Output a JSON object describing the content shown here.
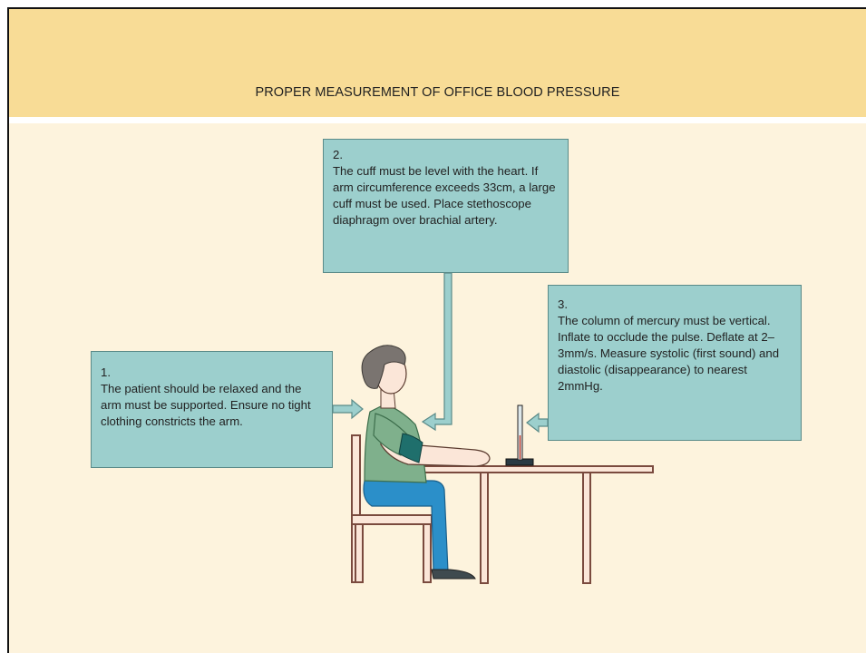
{
  "header": {
    "title": "PROPER MEASUREMENT OF OFFICE BLOOD PRESSURE"
  },
  "steps": [
    {
      "number": "1.",
      "text": "The patient should be relaxed and the arm must be supported. Ensure no tight clothing constricts the arm."
    },
    {
      "number": "2.",
      "text": "The cuff must be level with the heart. If arm circumference exceeds 33cm, a large cuff must be used. Place stethoscope diaphragm over brachial artery."
    },
    {
      "number": "3.",
      "text": "The column of mercury must be vertical. Inflate to occlude the pulse. Deflate at 2–3mm/s. Measure systolic (first sound) and diastolic (disappearance) to nearest 2mmHg."
    }
  ],
  "colors": {
    "header_band": "#f8dc96",
    "background": "#fdf3dd",
    "callout_box": "#9ccfcd",
    "shirt": "#7fb08c",
    "trousers": "#2b8fc9",
    "cuff": "#1f6f6c",
    "furniture_line": "#7a4a3e"
  }
}
